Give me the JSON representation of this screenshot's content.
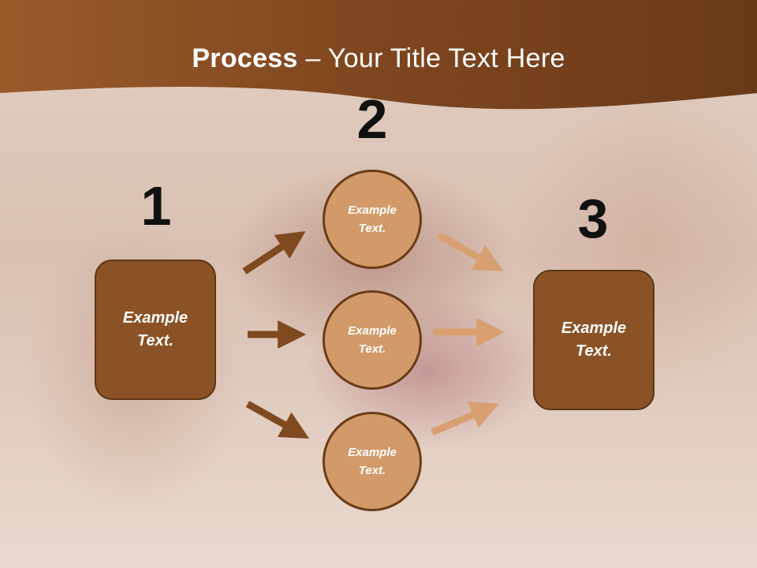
{
  "slide": {
    "title_bold": "Process",
    "title_rest": " – Your Title Text Here",
    "steps": [
      "1",
      "2",
      "3"
    ],
    "left_box": {
      "text": "Example\nText."
    },
    "right_box": {
      "text": "Example\nText."
    },
    "circles": [
      {
        "text": "Example\nText."
      },
      {
        "text": "Example\nText."
      },
      {
        "text": "Example\nText."
      }
    ]
  },
  "colors": {
    "banner": "#8a4d22",
    "box_fill": "#8a5226",
    "circle_fill": "#d19a68",
    "arrow_dark": "#7f4a1f",
    "arrow_light": "#d8a070",
    "number": "#111111"
  }
}
